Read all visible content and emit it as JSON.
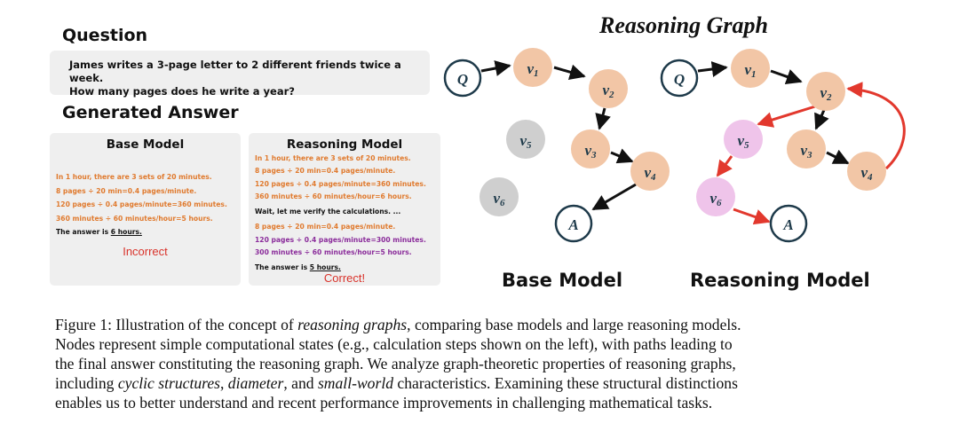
{
  "question": {
    "heading": "Question",
    "line1": "James writes a 3-page letter to 2 different friends twice a week.",
    "line2": "How many pages does he write a year?"
  },
  "answers": {
    "heading": "Generated Answer",
    "base": {
      "title": "Base Model",
      "steps": [
        "In 1 hour, there are 3 sets of 20 minutes.",
        "8 pages ÷ 20 min=0.4 pages/minute.",
        "120 pages ÷ 0.4 pages/minute=360 minutes.",
        "360 minutes ÷ 60 minutes/hour=5 hours."
      ],
      "answer_prefix": "The answer is ",
      "answer_value": "6 hours.",
      "verdict": "Incorrect"
    },
    "reasoning": {
      "title": "Reasoning Model",
      "steps": [
        "In 1 hour, there are 3 sets of 20 minutes.",
        "8 pages ÷ 20 min=0.4 pages/minute.",
        "120 pages ÷ 0.4 pages/minute=360 minutes.",
        "360 minutes ÷ 60 minutes/hour=6 hours."
      ],
      "verify": "Wait, let me verify the calculations. ...",
      "steps2": [
        "8 pages ÷ 20 min=0.4 pages/minute.",
        "120 pages ÷ 0.4 pages/minute=300 minutes.",
        "300 minutes ÷ 60 minutes/hour=5 hours."
      ],
      "answer_prefix": "The answer is ",
      "answer_value": "5 hours.",
      "verdict": "Correct!"
    }
  },
  "graph": {
    "title": "Reasoning Graph",
    "base_label": "Base Model",
    "reasoning_label": "Reasoning Model",
    "node_labels": {
      "q": "Q",
      "a": "A",
      "v1": "v1",
      "v2": "v2",
      "v3": "v3",
      "v4": "v4",
      "v5": "v5",
      "v6": "v6"
    },
    "colors": {
      "peach": "#f2c6a6",
      "grey": "#cfcfcf",
      "pink": "#efc4ea",
      "dark_node": "#1e3a4a",
      "red_edge": "#e2382d"
    }
  },
  "caption": {
    "lines": [
      [
        "Figure 1: Illustration of the concept of ",
        "reasoning graphs",
        ", comparing base models and large reasoning models."
      ],
      [
        "Nodes represent simple computational states (e.g., calculation steps shown on the left), with paths leading to",
        "",
        ""
      ],
      [
        "the final answer constituting the reasoning graph. We analyze graph-theoretic properties of reasoning graphs,",
        "",
        ""
      ],
      [
        "including ",
        "cyclic structures",
        ", "
      ],
      [
        "enables us to better understand and recent performance improvements in challenging mathematical tasks.",
        "",
        ""
      ]
    ],
    "line4": {
      "a": "including ",
      "b": "cyclic structures",
      "c": ", ",
      "d": "diameter",
      "e": ", and ",
      "f": "small-world",
      "g": " characteristics. Examining these structural distinctions"
    }
  }
}
